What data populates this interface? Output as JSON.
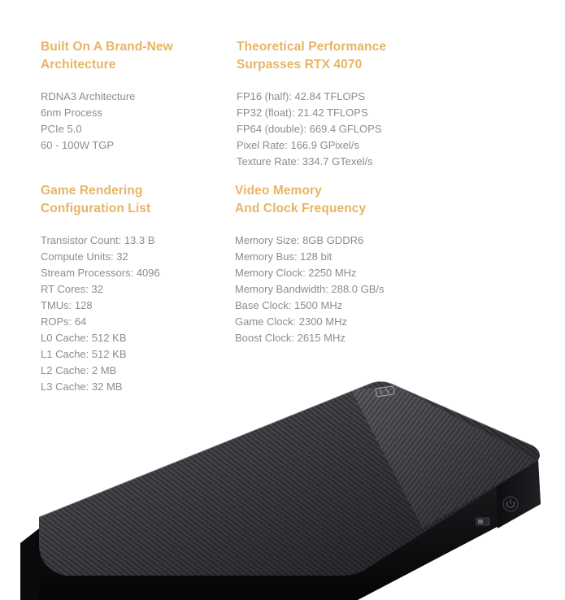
{
  "architecture": {
    "heading_line1": "Built On A Brand-New",
    "heading_line2": "Architecture",
    "items": [
      "RDNA3 Architecture",
      "6nm Process",
      "PCIe 5.0",
      "60 - 100W TGP"
    ]
  },
  "performance": {
    "heading_line1": "Theoretical Performance",
    "heading_line2": "Surpasses RTX 4070",
    "items": [
      "FP16 (half): 42.84 TFLOPS",
      "FP32 (float): 21.42 TFLOPS",
      "FP64 (double): 669.4 GFLOPS",
      "Pixel Rate: 166.9 GPixel/s",
      "Texture Rate: 334.7 GTexel/s"
    ]
  },
  "rendering": {
    "heading_line1": "Game Rendering",
    "heading_line2": "Configuration List",
    "items": [
      "Transistor Count: 13.3 B",
      "Compute Units: 32",
      "Stream Processors: 4096",
      "RT Cores: 32",
      "TMUs: 128",
      "ROPs: 64",
      "L0 Cache: 512 KB",
      "L1 Cache: 512 KB",
      "L2 Cache: 2 MB",
      "L3 Cache: 32 MB"
    ]
  },
  "memory": {
    "heading_line1": "Video Memory",
    "heading_line2": "And Clock Frequency",
    "items": [
      "Memory Size: 8GB GDDR6",
      "Memory Bus: 128 bit",
      "Memory Clock: 2250 MHz",
      "Memory Bandwidth: 288.0 GB/s",
      "Base Clock: 1500 MHz",
      "Game Clock: 2300 MHz",
      "Boost Clock: 2615 MHz"
    ]
  },
  "colors": {
    "heading": "#e8b464",
    "body_text": "#8c8c8c",
    "device_body": "#1a1a1c"
  },
  "icons": {
    "device": "external-gpu-enclosure",
    "power": "power-icon",
    "logo": "brand-logo-icon"
  }
}
